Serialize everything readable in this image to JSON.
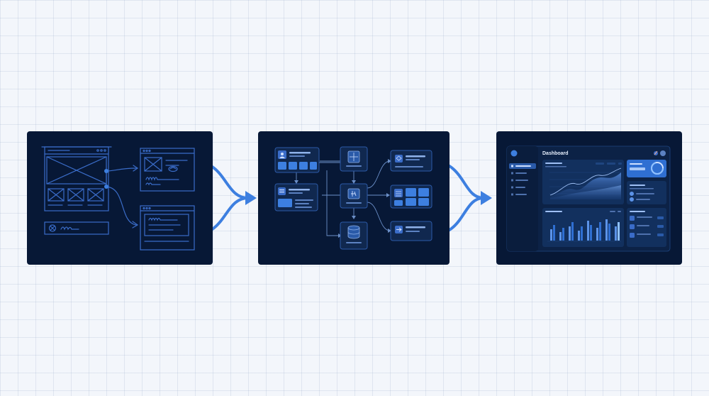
{
  "stages": [
    {
      "id": "wireframe"
    },
    {
      "id": "flow"
    },
    {
      "id": "dashboard"
    }
  ],
  "dashboard": {
    "title": "Dashboard"
  },
  "colors": {
    "background": "#f3f6fb",
    "panel": "#071836",
    "accent": "#3d7fe0",
    "sketch": "#3a6cc8",
    "card": "#10284f",
    "card_border": "#2c5aa8"
  },
  "icons": [
    "user-icon",
    "grid-icon",
    "function-icon",
    "database-icon",
    "layers-icon",
    "table-icon",
    "arrow-right-icon",
    "arrow-icon"
  ]
}
